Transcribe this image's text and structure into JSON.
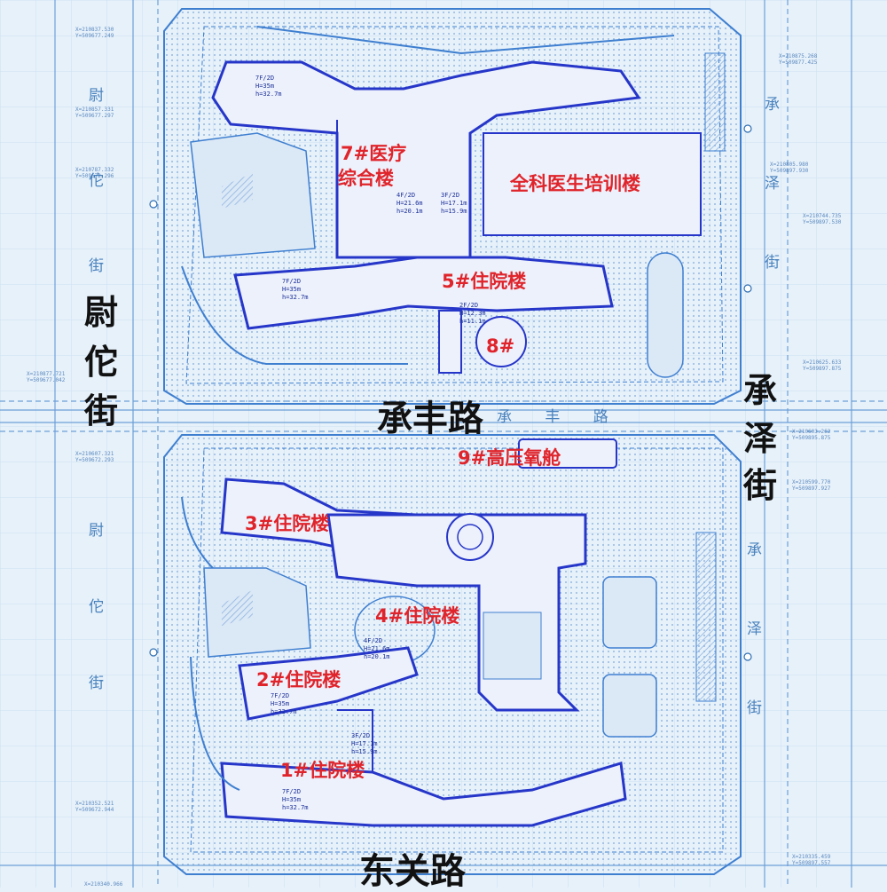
{
  "colors": {
    "paper": "#e6f1fa",
    "blueprint_line": "#3f7fd0",
    "building_outline": "#2636c9",
    "hatch": "#8fb3df",
    "label_red": "#e0242b",
    "road_label": "#111111"
  },
  "buildings": {
    "b7": "7#医疗",
    "b7_line2": "综合楼",
    "general_practice": "全科医生培训楼",
    "b5": "5#住院楼",
    "b8": "8#",
    "b9": "9#高压氧舱",
    "b3": "3#住院楼",
    "b4": "4#住院楼",
    "b2": "2#住院楼",
    "b1": "1#住院楼"
  },
  "roads": {
    "chengfeng": "承丰路",
    "dongguan": "东关路",
    "weituo": [
      "尉",
      "佗",
      "街"
    ],
    "chengze": [
      "承",
      "泽",
      "街"
    ]
  },
  "faint_labels": {
    "weituo_upper": [
      "尉",
      "佗",
      "街"
    ],
    "weituo_lower": [
      "尉",
      "佗",
      "街"
    ],
    "chengze_upper": [
      "承",
      "泽",
      "街"
    ],
    "chengze_lower": [
      "承",
      "泽",
      "街"
    ],
    "chengfeng_right": "承 丰 路"
  },
  "coordinates": {
    "c1": "X=210837.530\nY=509677.249",
    "c2": "X=210857.331\nY=509677.297",
    "c3": "X=210787.332\nY=509672.296",
    "c4": "X=210877.721\nY=509677.042",
    "c5": "X=210607.321\nY=509672.293",
    "c6": "X=210352.521\nY=509672.944",
    "c7": "X=210875.268\nY=509877.425",
    "c8": "X=210805.980\nY=509897.930",
    "c9": "X=210744.735\nY=509897.530",
    "c10": "X=210625.633\nY=509897.875",
    "c11": "X=210603.262\nY=509895.875",
    "c12": "X=210599.770\nY=509897.927",
    "c13": "X=210335.459\nY=509897.557",
    "c14": "X=210340.966"
  },
  "specs": {
    "s7": "7F/2D\nH=35m\nh=32.7m",
    "s4a": "4F/2D\nH=21.6m\nh=20.1m",
    "s3a": "3F/2D\nH=17.1m\nh=15.9m",
    "s5": "7F/2D\nH=35m\nh=32.7m",
    "s8": "2F/2D\nH=12.3m\nh=11.1m",
    "s4b": "4F/2D\nH=21.6m\nh=20.1m",
    "s2": "7F/2D\nH=35m\nh=32.7m",
    "s3b": "3F/2D\nH=17.1m\nh=15.9m",
    "s1": "7F/2D\nH=35m\nh=32.7m"
  }
}
